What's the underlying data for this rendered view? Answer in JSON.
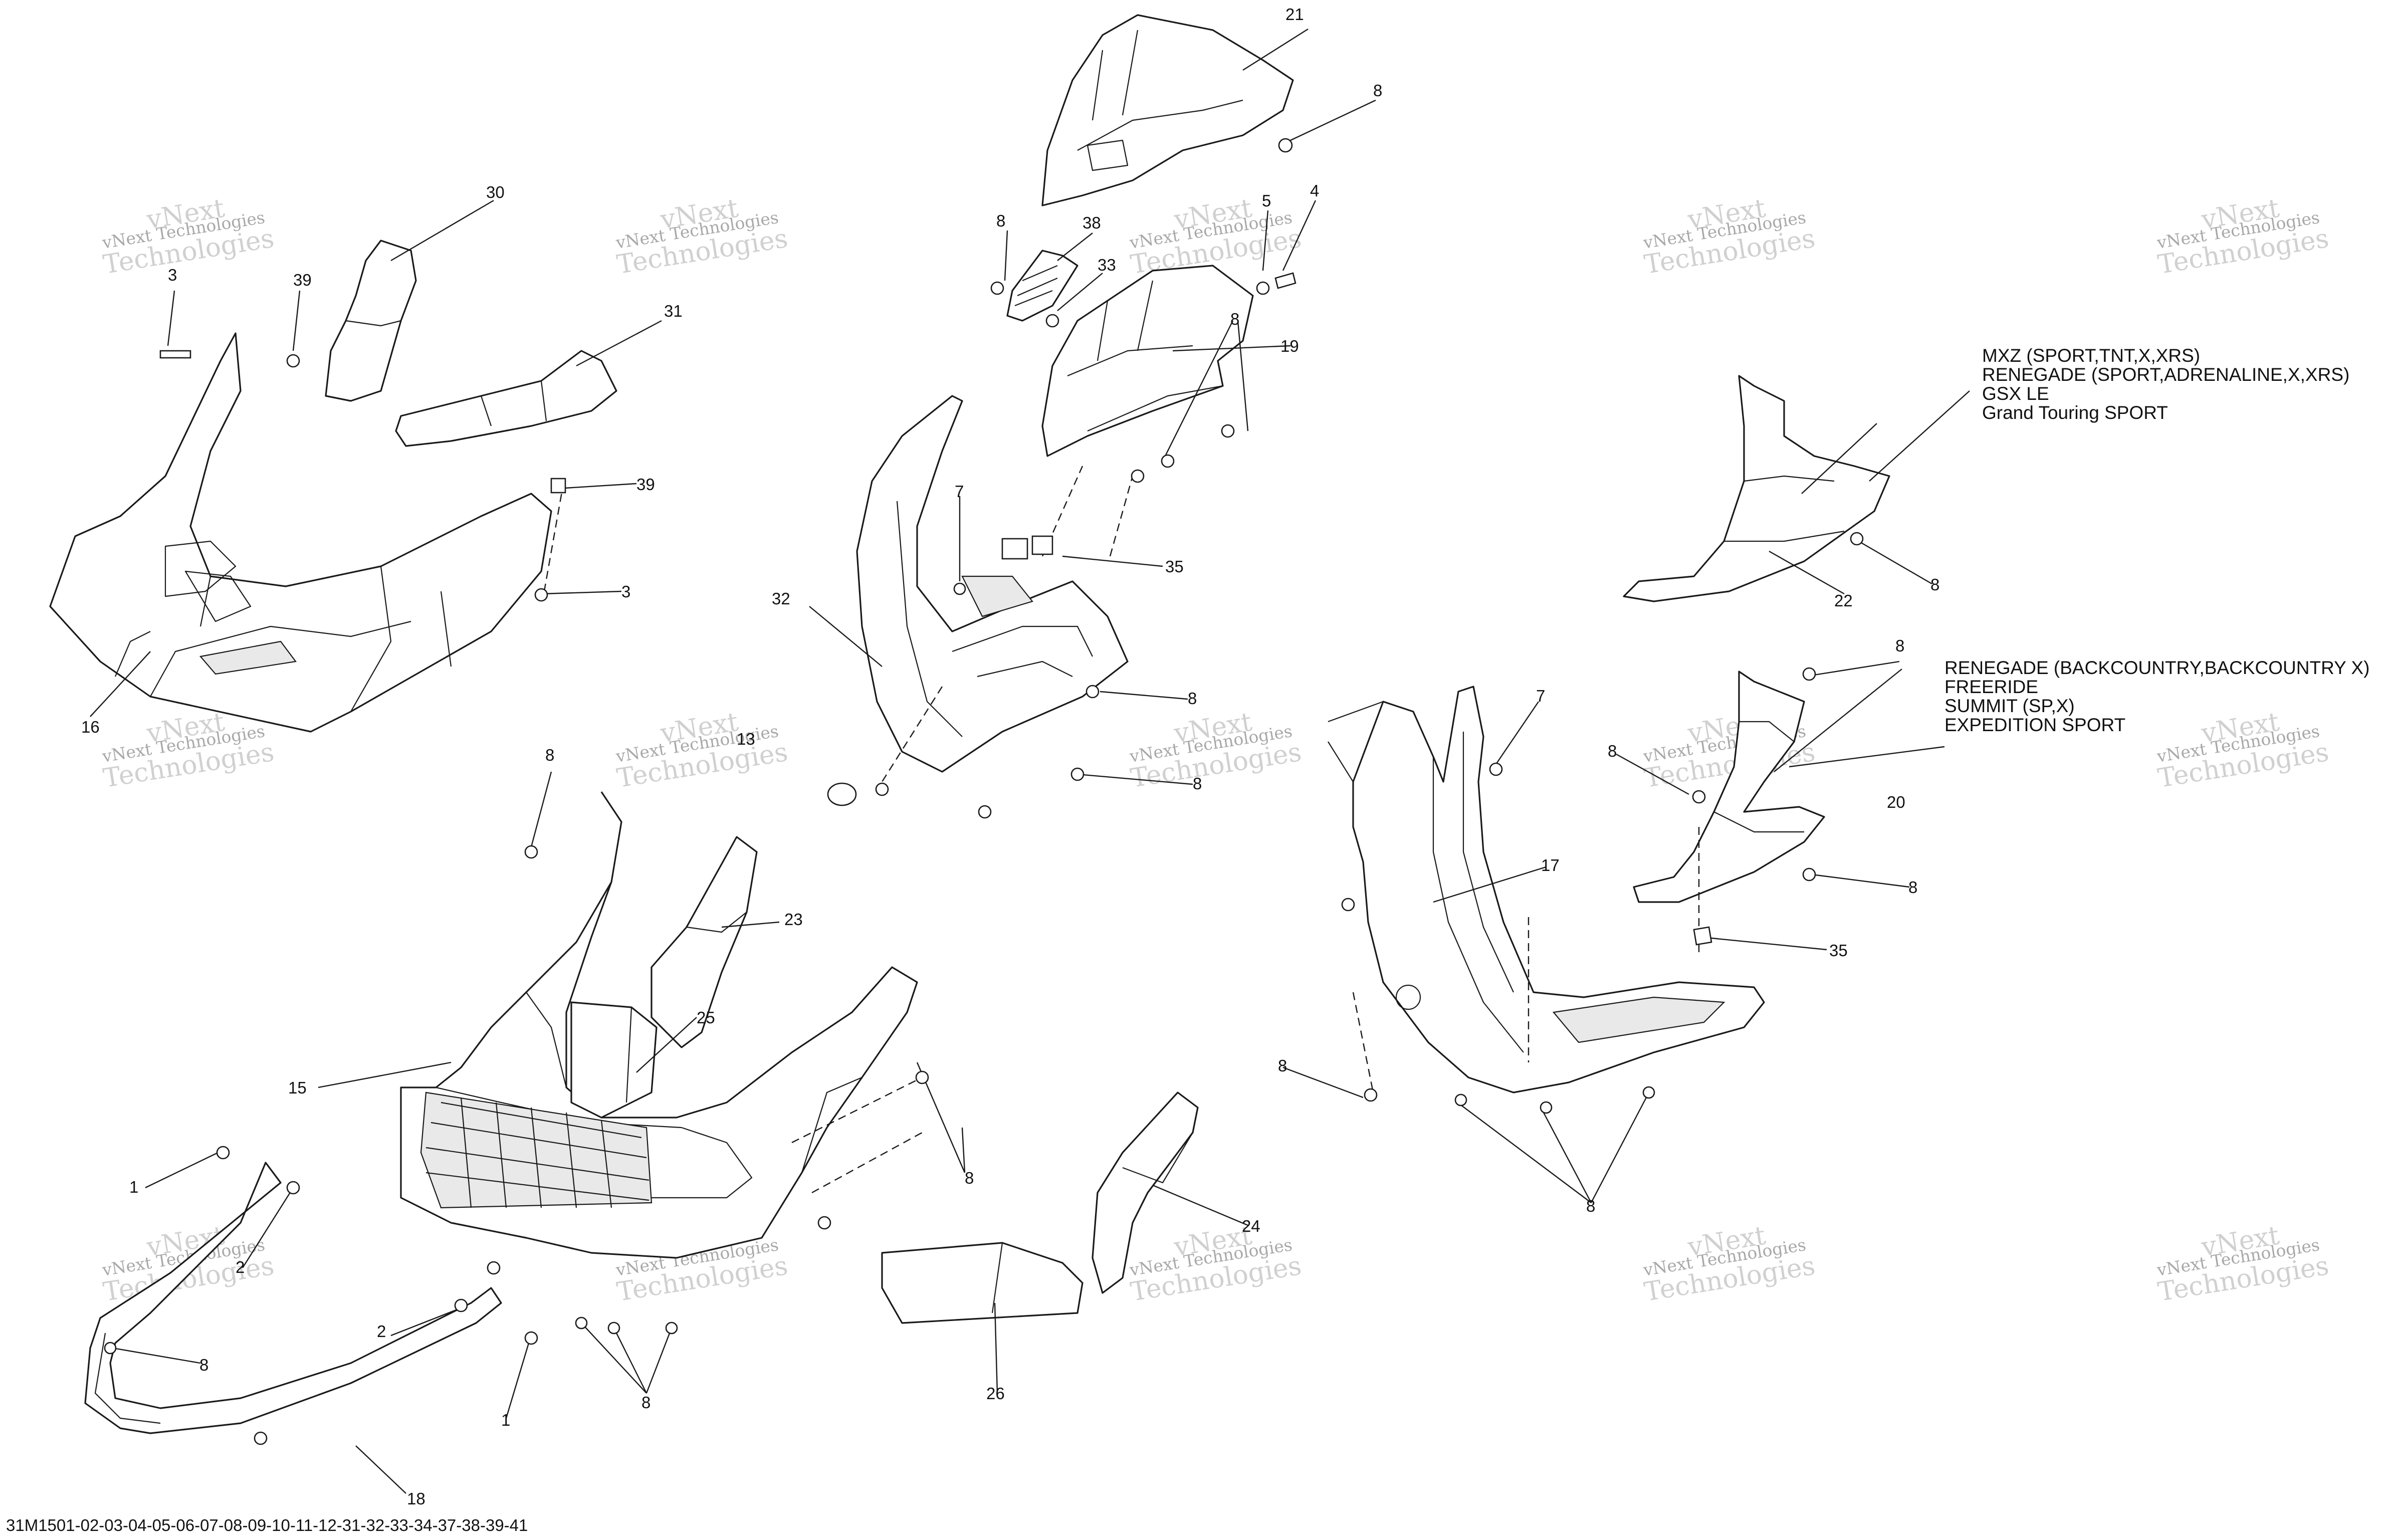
{
  "callouts": [
    {
      "label": "21"
    },
    {
      "label": "8"
    },
    {
      "label": "30"
    },
    {
      "label": "3"
    },
    {
      "label": "39"
    },
    {
      "label": "31"
    },
    {
      "label": "8"
    },
    {
      "label": "38"
    },
    {
      "label": "33"
    },
    {
      "label": "5"
    },
    {
      "label": "4"
    },
    {
      "label": "19"
    },
    {
      "label": "39"
    },
    {
      "label": "3"
    },
    {
      "label": "16"
    },
    {
      "label": "7"
    },
    {
      "label": "32"
    },
    {
      "label": "35"
    },
    {
      "label": "8"
    },
    {
      "label": "8"
    },
    {
      "label": "13"
    },
    {
      "label": "8"
    },
    {
      "label": "8"
    },
    {
      "label": "23"
    },
    {
      "label": "25"
    },
    {
      "label": "15"
    },
    {
      "label": "8"
    },
    {
      "label": "1"
    },
    {
      "label": "2"
    },
    {
      "label": "8"
    },
    {
      "label": "2"
    },
    {
      "label": "1"
    },
    {
      "label": "8"
    },
    {
      "label": "18"
    },
    {
      "label": "26"
    },
    {
      "label": "24"
    },
    {
      "label": "7"
    },
    {
      "label": "17"
    },
    {
      "label": "8"
    },
    {
      "label": "8"
    },
    {
      "label": "8"
    },
    {
      "label": "8"
    },
    {
      "label": "20"
    },
    {
      "label": "8"
    },
    {
      "label": "35"
    },
    {
      "label": "22"
    },
    {
      "label": "8"
    }
  ],
  "applicability_notes": {
    "part_22_models": [
      "MXZ (SPORT,TNT,X,XRS)",
      "RENEGADE (SPORT,ADRENALINE,X,XRS)",
      "GSX LE",
      "Grand Touring SPORT"
    ],
    "part_20_models": [
      "RENEGADE (BACKCOUNTRY,BACKCOUNTRY X)",
      "FREERIDE",
      "SUMMIT (SP,X)",
      "EXPEDITION SPORT"
    ]
  },
  "document_id": "31M1501-02-03-04-05-06-07-08-09-10-11-12-31-32-33-34-37-38-39-41",
  "watermark": {
    "line1": "vNext Technologies",
    "line2": "vNext",
    "line3": "Technologies"
  },
  "colors": {
    "line": "#1a1a1a",
    "watermark_dark": "#a8a8a8",
    "watermark_light": "#d0d0d0"
  }
}
